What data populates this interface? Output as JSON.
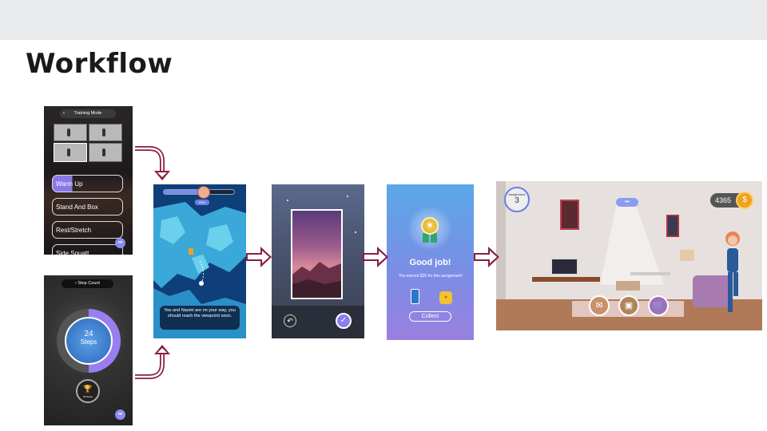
{
  "slide": {
    "title": "Workflow"
  },
  "training": {
    "header": "Training Mode",
    "items": [
      "Warm Up",
      "Stand And Box",
      "Rest/Stretch",
      "Side Squatt"
    ]
  },
  "steps": {
    "header": "Step Count",
    "count": "24",
    "unit": "Steps",
    "trophy_caption": "50 Steps",
    "progress": 0.5
  },
  "map": {
    "progress_pct": "55%",
    "progress": 0.55,
    "message": "You and Naomi are on your way, you should reach the viewpoint soon."
  },
  "reward": {
    "heading": "Good job!",
    "message": "You earned $25 for this assignment!",
    "button": "Collect"
  },
  "room": {
    "assignment_label": "Assignment",
    "assignment_number": "3",
    "coins": "4365",
    "coin_symbol": "$"
  },
  "icons": {
    "back": "‹",
    "fast_forward": "⏭",
    "undo": "↶",
    "check": "✓",
    "trophy": "🏆",
    "mail": "✉",
    "picture": "▣",
    "cart": "🛒"
  },
  "colors": {
    "arrow": "#8b1e3f",
    "accent": "#8a7ef0"
  }
}
